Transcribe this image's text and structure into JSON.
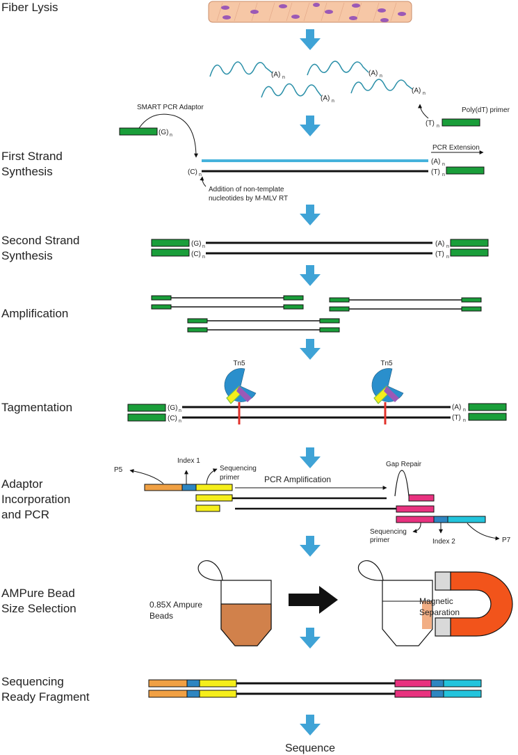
{
  "steps": {
    "fiber_lysis": "Fiber Lysis",
    "first_strand_1": "First Strand",
    "first_strand_2": "Synthesis",
    "second_strand_1": "Second Strand",
    "second_strand_2": "Synthesis",
    "amplification": "Amplification",
    "tagmentation": "Tagmentation",
    "adaptor_1": "Adaptor",
    "adaptor_2": "Incorporation",
    "adaptor_3": "and PCR",
    "ampure_1": "AMPure Bead",
    "ampure_2": "Size Selection",
    "seq_ready_1": "Sequencing",
    "seq_ready_2": "Ready Fragment",
    "sequence": "Sequence"
  },
  "labels": {
    "poly_a": "(A)",
    "poly_t": "(T)",
    "poly_g": "(G)",
    "poly_c": "(C)",
    "subscript_n": "n",
    "smart_pcr_adaptor": "SMART PCR Adaptor",
    "polydt_primer": "Poly(dT) primer",
    "pcr_extension": "PCR Extension",
    "non_template_1": "Addition of non-template",
    "non_template_2": "nucleotides by M-MLV RT",
    "tn5": "Tn5",
    "p5": "P5",
    "p7": "P7",
    "index1": "Index 1",
    "index2": "Index 2",
    "sequencing": "Sequencing",
    "primer": "primer",
    "pcr_amplification": "PCR Amplification",
    "gap_repair": "Gap Repair",
    "ampure_beads_1": "0.85X Ampure",
    "ampure_beads_2": "Beads",
    "magnetic_1": "Magnetic",
    "magnetic_2": "Separation"
  },
  "colors": {
    "arrow": "#3fa3d6",
    "adaptor_green": "#1a9e3a",
    "p5_orange": "#f0a044",
    "index_blue": "#2e86c1",
    "seq_yellow": "#f5ee1b",
    "p7_magenta": "#e8327f",
    "p7_cyan": "#23c4dc",
    "mrna_teal": "#2a8fa8",
    "strand_blue": "#45b2dc",
    "tn5_blue": "#2a8fcc",
    "red_cut": "#e2322b",
    "bead_brown": "#d1814b",
    "magnet_orange": "#f2541b",
    "fiber_pink": "#f6c7a6",
    "fiber_spot": "#9b59b6"
  }
}
